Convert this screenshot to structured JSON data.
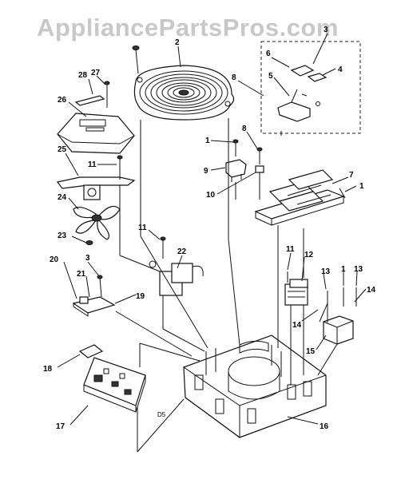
{
  "watermark": "AppliancePartsPros.com",
  "labels": {
    "p1a": "1",
    "p1b": "1",
    "p1c": "1",
    "p2": "2",
    "p3a": "3",
    "p3b": "3",
    "p4": "4",
    "p5": "5",
    "p6": "6",
    "p7": "7",
    "p8a": "8",
    "p8b": "8",
    "p9": "9",
    "p10": "10",
    "p11a": "11",
    "p11b": "11",
    "p11c": "11",
    "p12": "12",
    "p13a": "13",
    "p13b": "13",
    "p14a": "14",
    "p14b": "14",
    "p15": "15",
    "p16": "16",
    "p17": "17",
    "p18": "18",
    "p19": "19",
    "p20": "20",
    "p21": "21",
    "p22": "22",
    "p23": "23",
    "p24": "24",
    "p25": "25",
    "p26": "26",
    "p27": "27",
    "p28": "28"
  },
  "board_marking": "D5"
}
